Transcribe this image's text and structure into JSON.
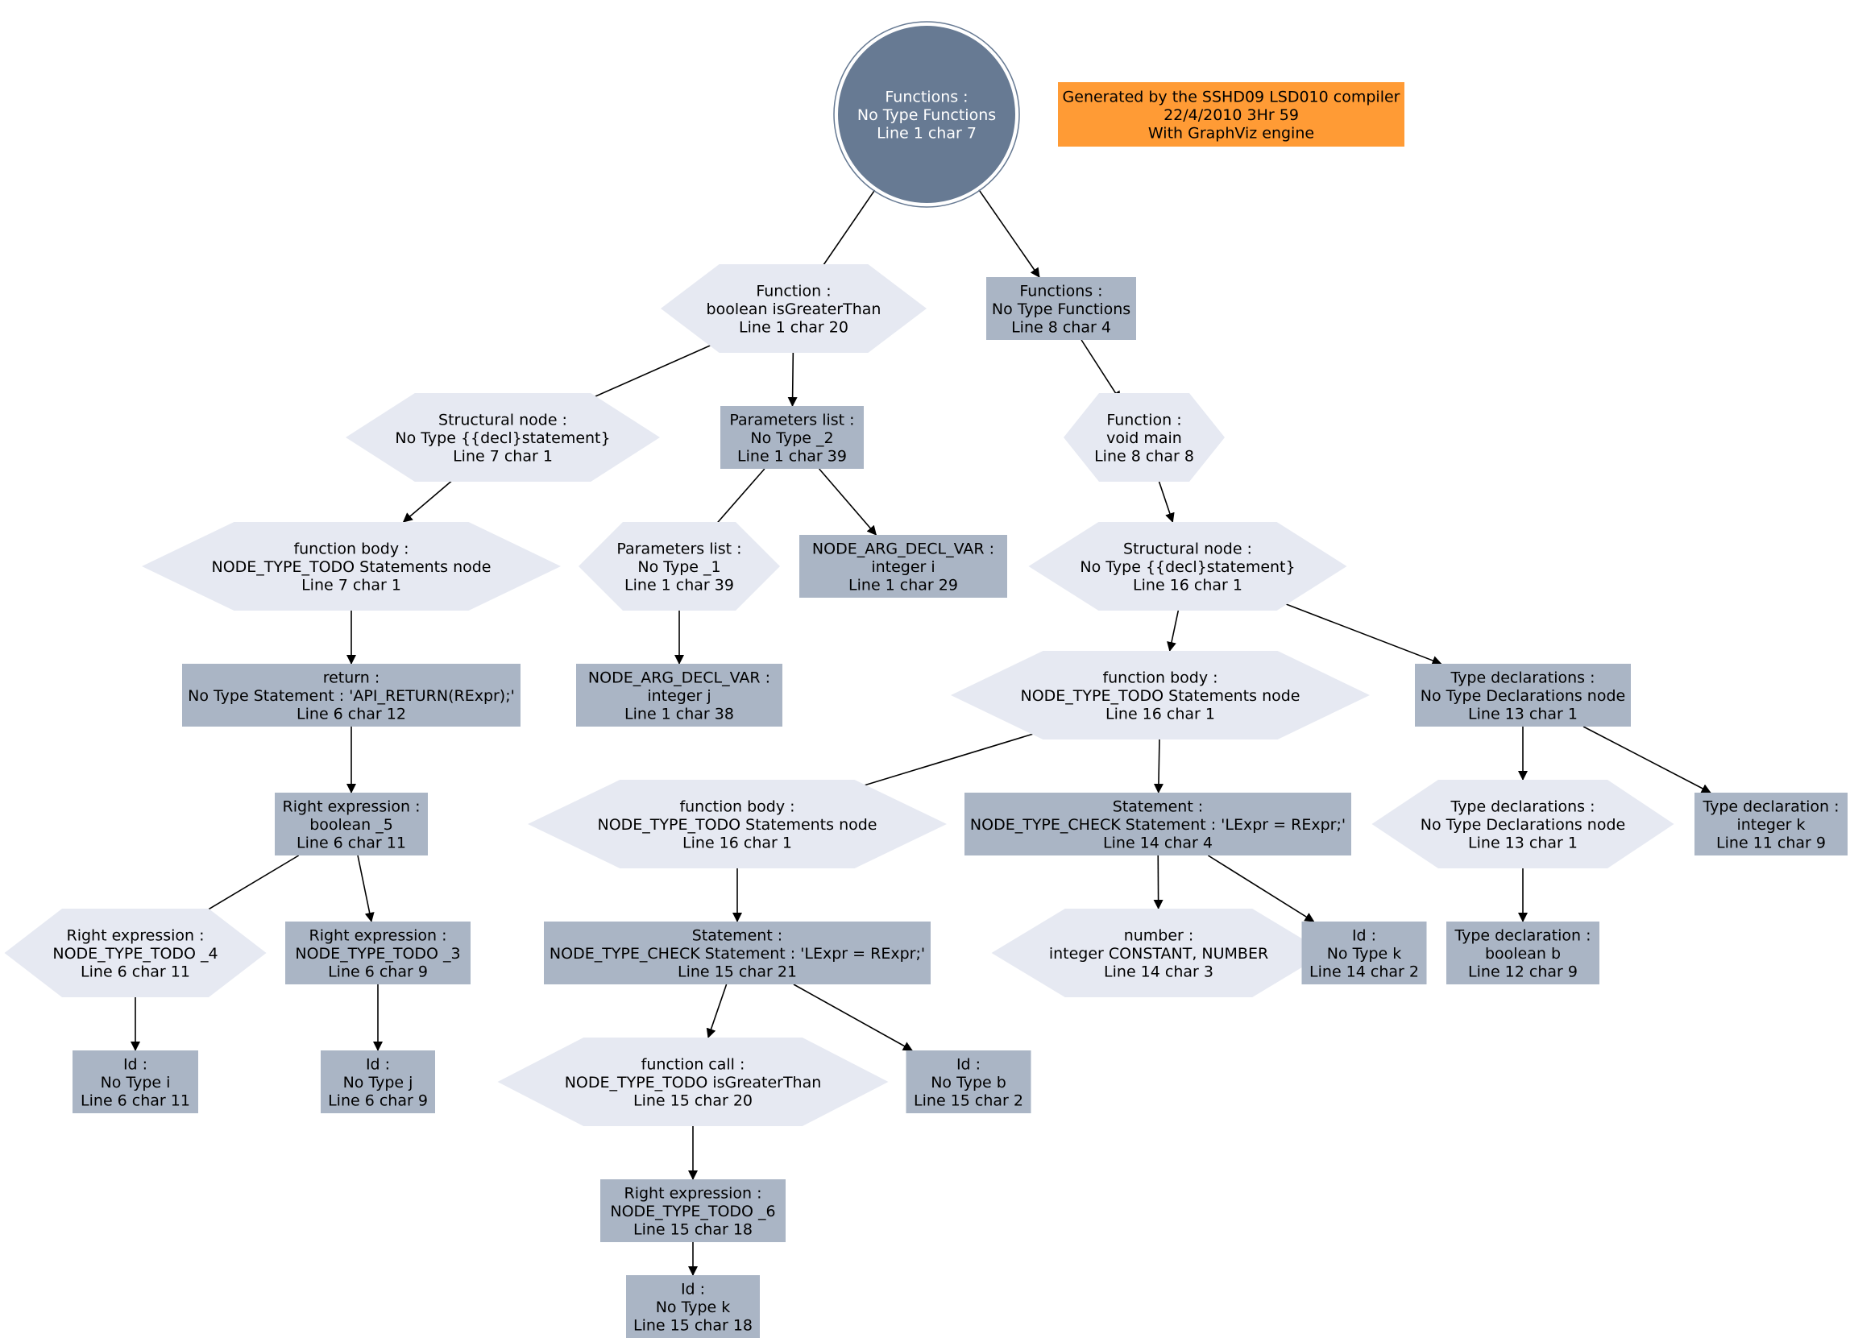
{
  "colors": {
    "root_fill": "#677a93",
    "rect_fill": "#aab5c5",
    "hex_fill": "#e6e9f2",
    "note_fill": "#ff9b35",
    "edge": "#000000",
    "text": "#000000",
    "root_text": "#ffffff"
  },
  "nodes": {
    "root": {
      "shape": "circle",
      "lines": [
        "Functions :",
        "No Type Functions",
        "Line 1 char 7"
      ]
    },
    "note": {
      "shape": "note",
      "lines": [
        "Generated by the SSHD09 LSD010 compiler",
        "22/4/2010 3Hr 59",
        "With GraphViz engine"
      ]
    },
    "fn1": {
      "shape": "hexagon",
      "lines": [
        "Function :",
        "boolean isGreaterThan",
        "Line 1 char 20"
      ]
    },
    "fns2": {
      "shape": "rect",
      "lines": [
        "Functions :",
        "No Type Functions",
        "Line 8 char 4"
      ]
    },
    "struct1": {
      "shape": "hexagon",
      "lines": [
        "Structural node :",
        "No Type {{decl}statement}",
        "Line 7 char 1"
      ]
    },
    "plist1": {
      "shape": "rect",
      "lines": [
        "Parameters list :",
        "No Type _2",
        "Line 1 char 39"
      ]
    },
    "fnmain": {
      "shape": "hexagon",
      "lines": [
        "Function :",
        "void main",
        "Line 8 char 8"
      ]
    },
    "body1": {
      "shape": "hexagon",
      "lines": [
        "function body :",
        "NODE_TYPE_TODO Statements node",
        "Line 7 char 1"
      ]
    },
    "plist2": {
      "shape": "hexagon",
      "lines": [
        "Parameters list :",
        "No Type _1",
        "Line 1 char 39"
      ]
    },
    "argi": {
      "shape": "rect",
      "lines": [
        "NODE_ARG_DECL_VAR :",
        "integer i",
        "Line 1 char 29"
      ]
    },
    "struct2": {
      "shape": "hexagon",
      "lines": [
        "Structural node :",
        "No Type {{decl}statement}",
        "Line 16 char 1"
      ]
    },
    "ret": {
      "shape": "rect",
      "lines": [
        "return :",
        "No Type Statement : 'API_RETURN(RExpr);'",
        "Line 6 char 12"
      ]
    },
    "argj": {
      "shape": "rect",
      "lines": [
        "NODE_ARG_DECL_VAR :",
        "integer j",
        "Line 1 char 38"
      ]
    },
    "body2": {
      "shape": "hexagon",
      "lines": [
        "function body :",
        "NODE_TYPE_TODO Statements node",
        "Line 16 char 1"
      ]
    },
    "typedecls1": {
      "shape": "rect",
      "lines": [
        "Type declarations :",
        "No Type Declarations node",
        "Line 13 char 1"
      ]
    },
    "rexp5": {
      "shape": "rect",
      "lines": [
        "Right expression :",
        "boolean _5",
        "Line 6 char 11"
      ]
    },
    "body3": {
      "shape": "hexagon",
      "lines": [
        "function body :",
        "NODE_TYPE_TODO Statements node",
        "Line 16 char 1"
      ]
    },
    "stmt14": {
      "shape": "rect",
      "lines": [
        "Statement :",
        "NODE_TYPE_CHECK Statement : 'LExpr = RExpr;'",
        "Line 14 char 4"
      ]
    },
    "typedecls2": {
      "shape": "hexagon",
      "lines": [
        "Type declarations :",
        "No Type Declarations node",
        "Line 13 char 1"
      ]
    },
    "tdk": {
      "shape": "rect",
      "lines": [
        "Type declaration :",
        "integer k",
        "Line 11 char 9"
      ]
    },
    "rexp4": {
      "shape": "hexagon",
      "lines": [
        "Right expression :",
        "NODE_TYPE_TODO _4",
        "Line 6 char 11"
      ]
    },
    "rexp3": {
      "shape": "rect",
      "lines": [
        "Right expression :",
        "NODE_TYPE_TODO _3",
        "Line 6 char 9"
      ]
    },
    "stmt15": {
      "shape": "rect",
      "lines": [
        "Statement :",
        "NODE_TYPE_CHECK Statement : 'LExpr = RExpr;'",
        "Line 15 char 21"
      ]
    },
    "num": {
      "shape": "hexagon",
      "lines": [
        "number :",
        "integer CONSTANT, NUMBER",
        "Line 14 char 3"
      ]
    },
    "idk14": {
      "shape": "rect",
      "lines": [
        "Id :",
        "No Type k",
        "Line 14 char 2"
      ]
    },
    "tdb": {
      "shape": "rect",
      "lines": [
        "Type declaration :",
        "boolean b",
        "Line 12 char 9"
      ]
    },
    "idi": {
      "shape": "rect",
      "lines": [
        "Id :",
        "No Type i",
        "Line 6 char 11"
      ]
    },
    "idj": {
      "shape": "rect",
      "lines": [
        "Id :",
        "No Type j",
        "Line 6 char 9"
      ]
    },
    "fcall": {
      "shape": "hexagon",
      "lines": [
        "function call :",
        "NODE_TYPE_TODO isGreaterThan",
        "Line 15 char 20"
      ]
    },
    "idb": {
      "shape": "rect",
      "lines": [
        "Id :",
        "No Type b",
        "Line 15 char 2"
      ]
    },
    "rexp6": {
      "shape": "rect",
      "lines": [
        "Right expression :",
        "NODE_TYPE_TODO _6",
        "Line 15 char 18"
      ]
    },
    "idk15": {
      "shape": "rect",
      "lines": [
        "Id :",
        "No Type k",
        "Line 15 char 18"
      ]
    }
  },
  "edges": [
    [
      "root",
      "fn1"
    ],
    [
      "root",
      "fns2"
    ],
    [
      "fn1",
      "struct1"
    ],
    [
      "fn1",
      "plist1"
    ],
    [
      "fns2",
      "fnmain"
    ],
    [
      "struct1",
      "body1"
    ],
    [
      "plist1",
      "plist2"
    ],
    [
      "plist1",
      "argi"
    ],
    [
      "fnmain",
      "struct2"
    ],
    [
      "body1",
      "ret"
    ],
    [
      "plist2",
      "argj"
    ],
    [
      "struct2",
      "body2"
    ],
    [
      "struct2",
      "typedecls1"
    ],
    [
      "ret",
      "rexp5"
    ],
    [
      "body2",
      "body3"
    ],
    [
      "body2",
      "stmt14"
    ],
    [
      "typedecls1",
      "typedecls2"
    ],
    [
      "typedecls1",
      "tdk"
    ],
    [
      "rexp5",
      "rexp4"
    ],
    [
      "rexp5",
      "rexp3"
    ],
    [
      "body3",
      "stmt15"
    ],
    [
      "stmt14",
      "num"
    ],
    [
      "stmt14",
      "idk14"
    ],
    [
      "typedecls2",
      "tdb"
    ],
    [
      "rexp4",
      "idi"
    ],
    [
      "rexp3",
      "idj"
    ],
    [
      "stmt15",
      "fcall"
    ],
    [
      "stmt15",
      "idb"
    ],
    [
      "fcall",
      "rexp6"
    ],
    [
      "rexp6",
      "idk15"
    ]
  ]
}
